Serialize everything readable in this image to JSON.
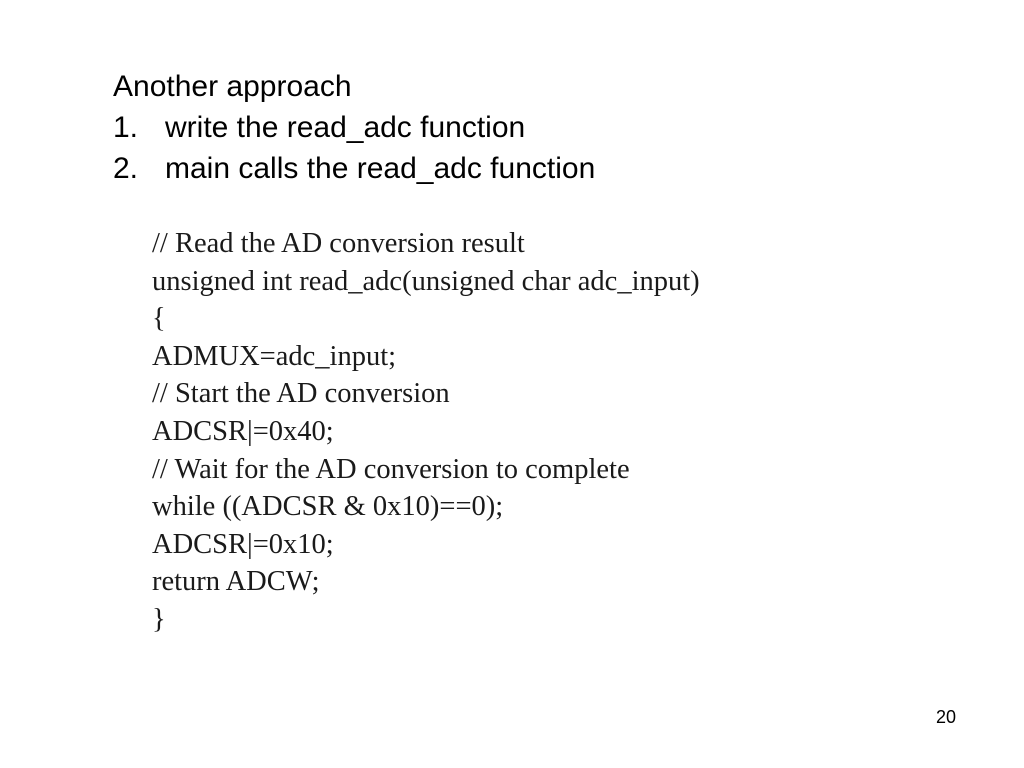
{
  "slide": {
    "heading": "Another approach",
    "list": [
      {
        "number": "1.",
        "text": "write the read_adc function"
      },
      {
        "number": "2.",
        "text": "main calls the read_adc function"
      }
    ],
    "code_lines": [
      "// Read the AD conversion result",
      "unsigned int read_adc(unsigned char adc_input)",
      "{",
      "ADMUX=adc_input;",
      "// Start the AD conversion",
      "ADCSR|=0x40;",
      "// Wait for the AD conversion to complete",
      "while ((ADCSR & 0x10)==0);",
      "ADCSR|=0x10;",
      "return ADCW;",
      "}"
    ],
    "page_number": "20"
  }
}
